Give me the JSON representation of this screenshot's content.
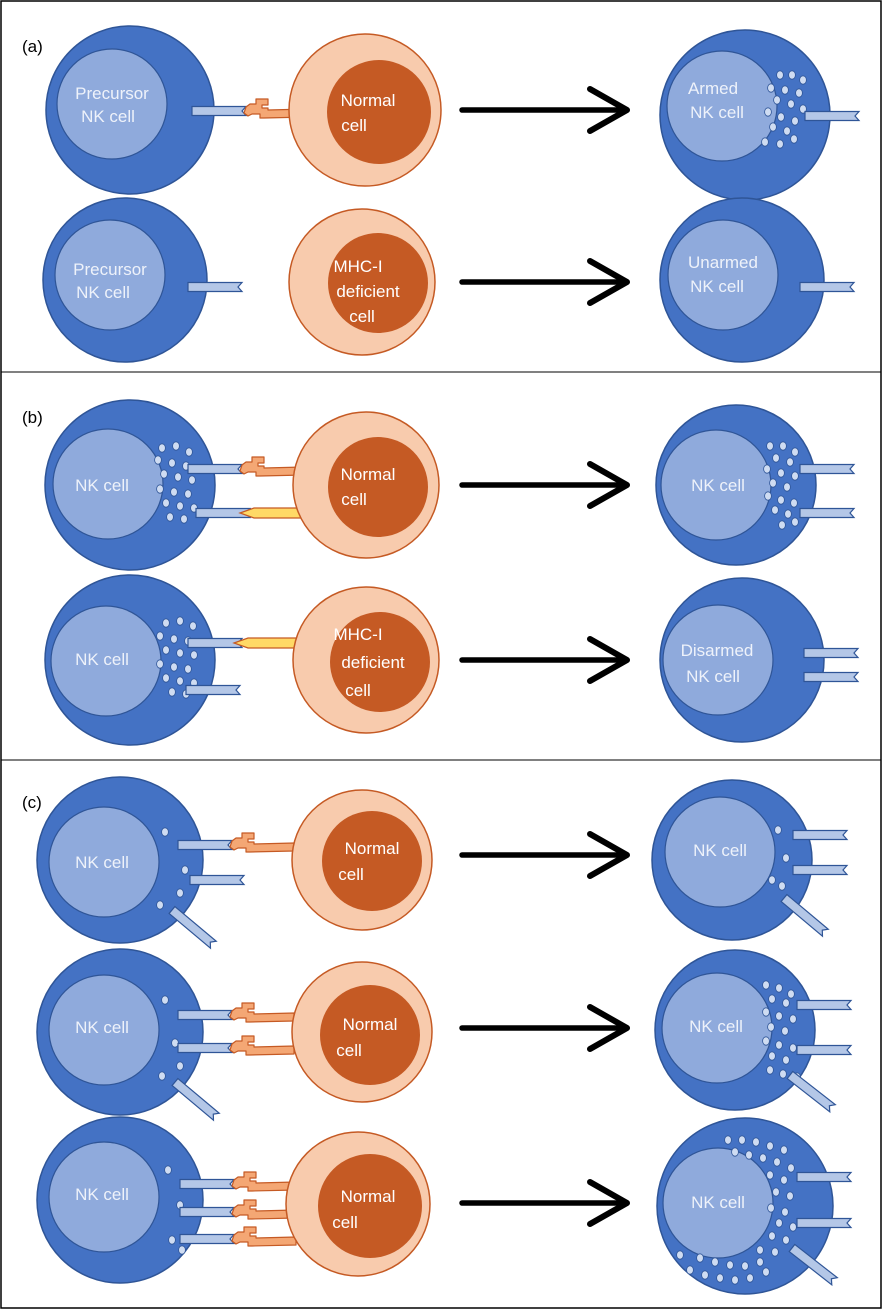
{
  "panels": {
    "a": {
      "label": "(a)",
      "row1": {
        "left_cell": [
          "Precursor",
          "NK cell"
        ],
        "target_cell": [
          "Normal",
          "cell"
        ],
        "result_cell": [
          "Armed",
          "NK cell"
        ]
      },
      "row2": {
        "left_cell": [
          "Precursor",
          "NK cell"
        ],
        "target_cell": [
          "MHC-I",
          "deficient",
          "cell"
        ],
        "result_cell": [
          "Unarmed",
          "NK cell"
        ]
      }
    },
    "b": {
      "label": "(b)",
      "row1": {
        "left_cell": "NK cell",
        "target_cell": [
          "Normal",
          "cell"
        ],
        "result_cell": "NK cell"
      },
      "row2": {
        "left_cell": "NK cell",
        "target_cell": [
          "MHC-I",
          "deficient",
          "cell"
        ],
        "result_cell": [
          "Disarmed",
          "NK cell"
        ]
      }
    },
    "c": {
      "label": "(c)",
      "row1": {
        "left_cell": "NK cell",
        "target_cell": [
          "Normal",
          "cell"
        ],
        "result_cell": "NK cell"
      },
      "row2": {
        "left_cell": "NK cell",
        "target_cell": [
          "Normal",
          "cell"
        ],
        "result_cell": "NK cell"
      },
      "row3": {
        "left_cell": "NK cell",
        "target_cell": [
          "Normal",
          "cell"
        ],
        "result_cell": "NK cell"
      }
    }
  },
  "colors": {
    "nk_outer": "#4472c4",
    "nk_inner": "#8faadc",
    "target_outer": "#f8cbad",
    "target_nucleus": "#c55a24",
    "receptor": "#b4c7e7",
    "ligand": "#f4a774",
    "activating_ligand": "#ffd966",
    "granule": "#cfdcf2",
    "arrow": "#000000"
  }
}
